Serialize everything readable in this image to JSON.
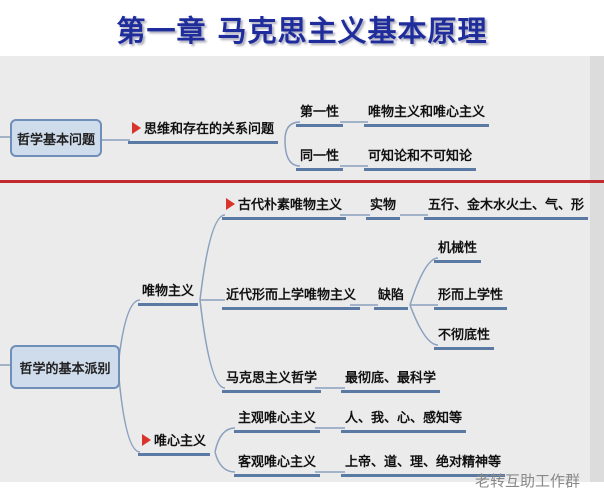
{
  "title": "第一章  马克思主义基本原理",
  "section1": {
    "root": "哲学基本问题",
    "topic": "思维和存在的关系问题",
    "items": [
      {
        "label": "第一性",
        "detail": "唯物主义和唯心主义"
      },
      {
        "label": "同一性",
        "detail": "可知论和不可知论"
      }
    ]
  },
  "section2": {
    "root": "哲学的基本派别",
    "materialism": {
      "label": "唯物主义",
      "ancient": {
        "label": "古代朴素唯物主义",
        "mid": "实物",
        "detail": "五行、金木水火土、气、形"
      },
      "modern": {
        "label": "近代形而上学唯物主义",
        "mid": "缺陷",
        "details": [
          "机械性",
          "形而上学性",
          "不彻底性"
        ]
      },
      "marxist": {
        "label": "马克思主义哲学",
        "detail": "最彻底、最科学"
      }
    },
    "idealism": {
      "label": "唯心主义",
      "subjective": {
        "label": "主观唯心主义",
        "detail": "人、我、心、感知等"
      },
      "objective": {
        "label": "客观唯心主义",
        "detail": "上帝、道、理、绝对精神等"
      }
    }
  },
  "watermark": "老转互助工作群"
}
